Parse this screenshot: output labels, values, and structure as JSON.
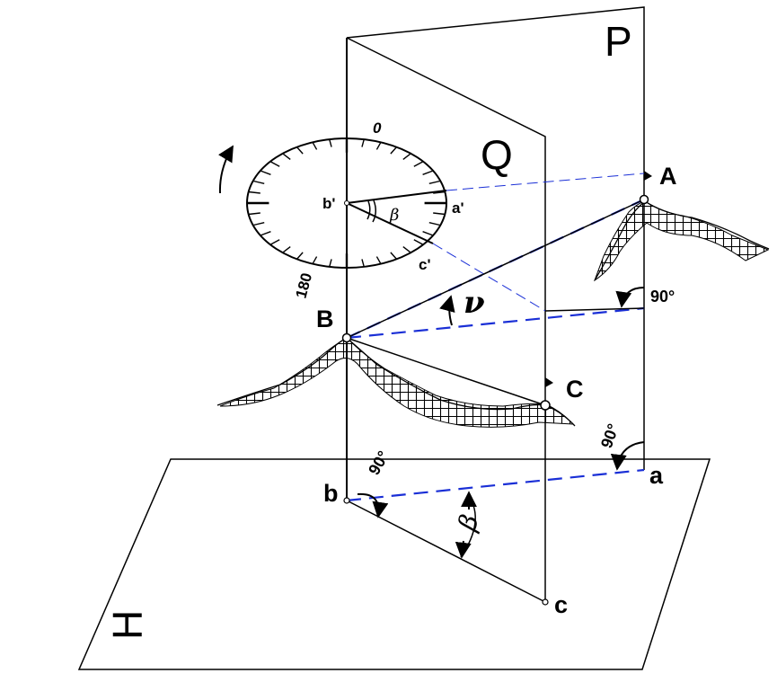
{
  "labels": {
    "plane_P": "P",
    "plane_Q": "Q",
    "plane_H": "H",
    "point_A": "A",
    "point_B": "B",
    "point_C": "C",
    "point_a": "a",
    "point_b": "b",
    "point_c": "c",
    "point_a_prime": "a'",
    "point_b_prime": "b'",
    "point_c_prime": "c'",
    "dial_zero": "0",
    "dial_180": "180",
    "angle_beta_top": "β",
    "angle_beta_bottom": "β",
    "angle_nu": "ν",
    "right_angle_A": "90°",
    "right_angle_a": "90°",
    "right_angle_b": "90°"
  },
  "colors": {
    "construction_lines": "#1a2fd6",
    "ink": "#000000"
  },
  "icons": {
    "rotation_arrow": "curved-arrow-icon"
  }
}
